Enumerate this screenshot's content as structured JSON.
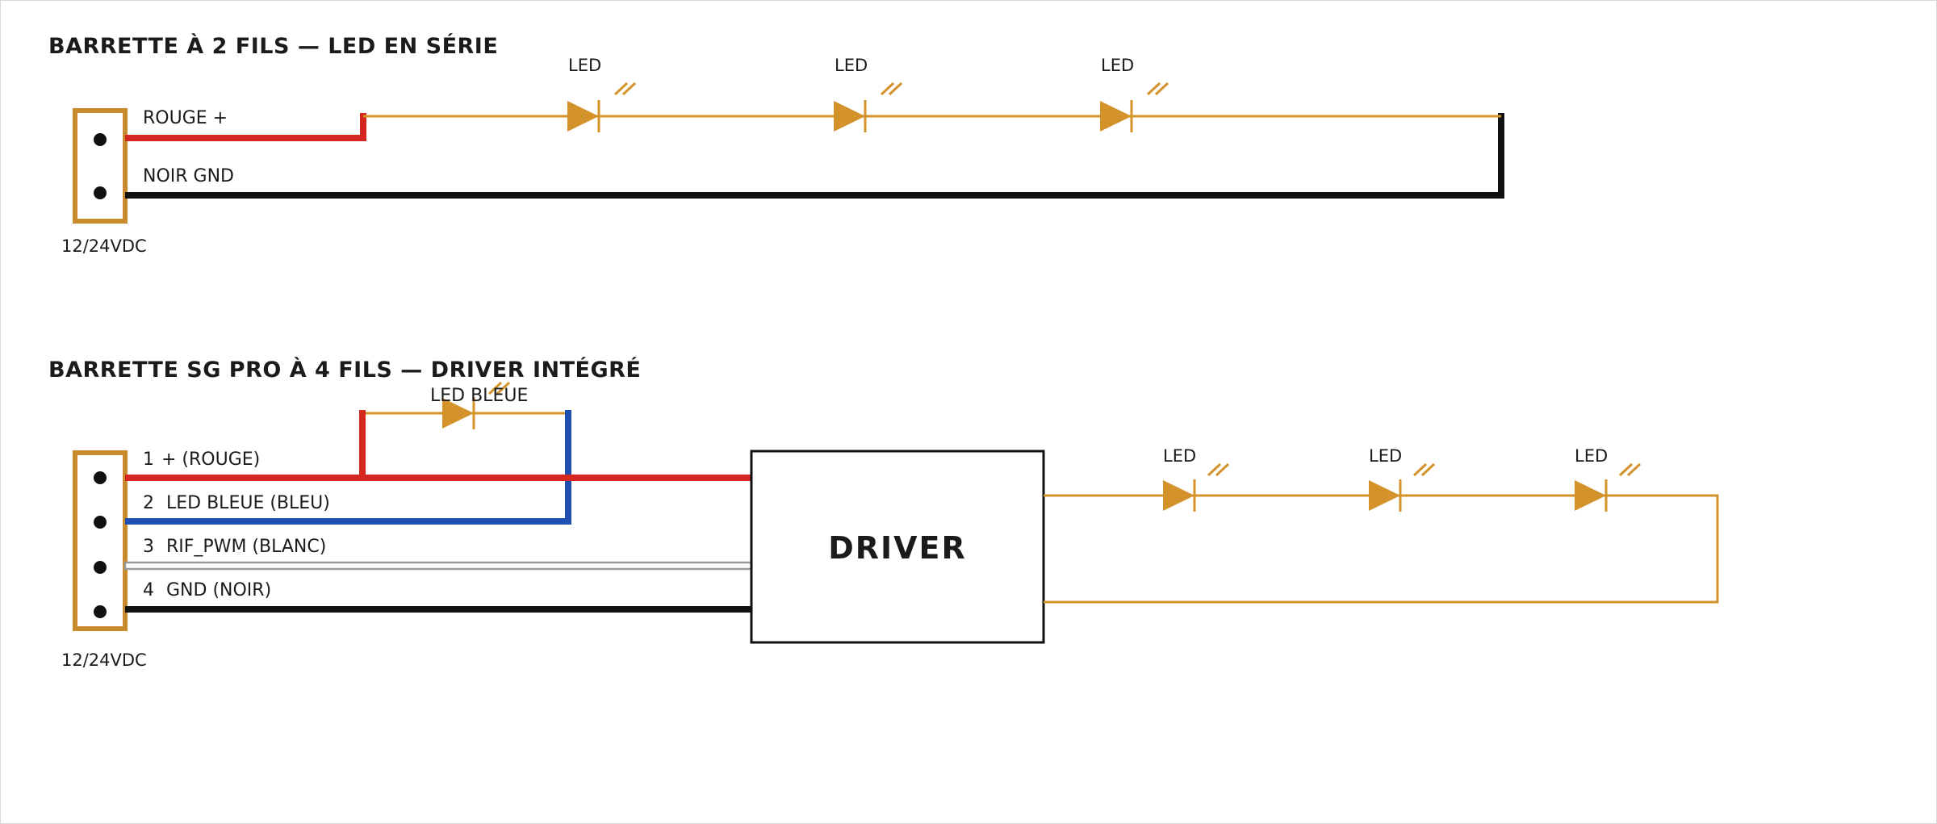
{
  "colors": {
    "led": "#d4922a",
    "connector": "#c98a2e",
    "red": "#d32720",
    "blue": "#1f4fb0",
    "white_wire": "#9a9a9a",
    "black": "#111111"
  },
  "diagram1": {
    "title": "BARRETTE À 2 FILS — LED EN SÉRIE",
    "wire_red": "ROUGE +",
    "wire_black": "NOIR GND",
    "voltage": "12/24VDC",
    "led_labels": [
      "LED",
      "LED",
      "LED"
    ]
  },
  "diagram2": {
    "title": "BARRETTE SG PRO À 4 FILS — DRIVER INTÉGRÉ",
    "blue_led_label": "LED BLEUE",
    "wires": [
      {
        "num": "1",
        "label": "+ (ROUGE)"
      },
      {
        "num": "2",
        "label": "LED BLEUE (BLEU)"
      },
      {
        "num": "3",
        "label": "RIF_PWM (BLANC)"
      },
      {
        "num": "4",
        "label": "GND (NOIR)"
      }
    ],
    "voltage": "12/24VDC",
    "driver_label": "DRIVER",
    "led_labels": [
      "LED",
      "LED",
      "LED"
    ]
  }
}
